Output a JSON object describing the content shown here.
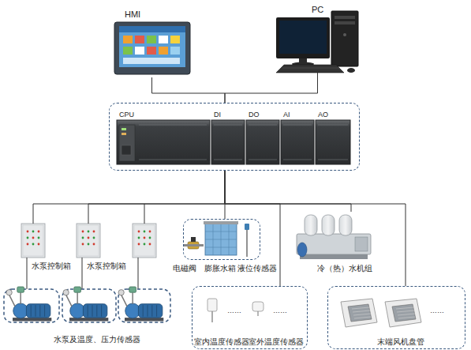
{
  "diagram": {
    "nodes": [
      {
        "text": [
          "HMI"
        ]
      },
      {
        "text": [
          "PC"
        ]
      },
      {
        "text": []
      },
      {
        "text": [
          "CPU"
        ],
        "in": 2
      },
      {
        "text": [
          "DI"
        ],
        "in": 2
      },
      {
        "text": [
          "DO"
        ],
        "in": 2
      },
      {
        "text": [
          "AI"
        ],
        "in": 2
      },
      {
        "text": [
          "AO"
        ],
        "in": 2
      },
      {
        "text": [
          "水泵控制箱"
        ]
      },
      {
        "text": [
          "水泵控制箱"
        ]
      },
      {
        "text": [
          "电磁阀",
          "膨胀水箱",
          "液位传感器"
        ]
      },
      {
        "text": [
          "冷（热）水机组"
        ]
      },
      {
        "text": [
          "室内温度传感器",
          "室外温度传感器"
        ]
      },
      {
        "text": [
          "末端风机盘管"
        ]
      }
    ],
    "edges": [
      {
        "from": 0,
        "to": 2,
        "arrow": "none"
      },
      {
        "from": 1,
        "to": 2,
        "arrow": "none"
      },
      {
        "from": 2,
        "to": 8,
        "arrow": "none"
      },
      {
        "from": 2,
        "to": 9,
        "arrow": "none"
      },
      {
        "from": 2,
        "to": 10,
        "arrow": "none"
      },
      {
        "from": 2,
        "to": 11,
        "arrow": "none"
      },
      {
        "from": 2,
        "to": 12,
        "arrow": "none"
      },
      {
        "from": 2,
        "to": 13,
        "arrow": "none"
      }
    ],
    "labels": [
      "水泵及温度、压力传感器",
      "……",
      "……",
      "……"
    ]
  }
}
